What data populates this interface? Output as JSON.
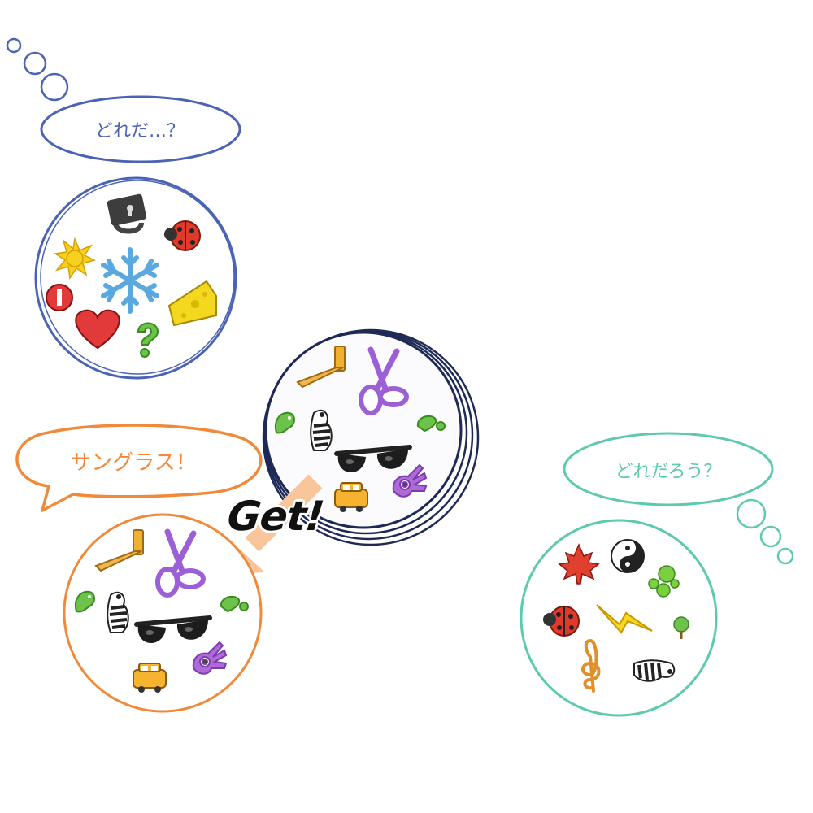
{
  "players": {
    "top_left": {
      "thought": "どれだ…？",
      "color": "#4a63b5"
    },
    "bottom_left": {
      "shout": "サングラス！",
      "color": "#f08a3a"
    },
    "right": {
      "thought": "どれだろう？",
      "color": "#5dc9ad"
    }
  },
  "center_card": {
    "border_color": "#1e2a55",
    "highlight": "sunglasses"
  },
  "action": {
    "label": "Get!",
    "arrow_color": "#f9c59a"
  },
  "cards": {
    "top_left": [
      "padlock-icon",
      "ladybug-icon",
      "sun-icon",
      "snowflake-icon",
      "stop-icon",
      "cheese-icon",
      "heart-icon",
      "question-mark-icon"
    ],
    "center": [
      "hammer-icon",
      "scissors-icon",
      "dragon-icon",
      "zebra-icon",
      "exclamation-icon",
      "sunglasses-icon",
      "hand-icon",
      "taxi-icon"
    ],
    "bottom_left": [
      "hammer-icon",
      "scissors-icon",
      "dragon-icon",
      "zebra-icon",
      "exclamation-icon",
      "sunglasses-icon",
      "hand-icon",
      "taxi-icon"
    ],
    "right": [
      "maple-leaf-icon",
      "yin-yang-icon",
      "splat-icon",
      "ladybug-icon",
      "lightning-icon",
      "tree-icon",
      "treble-clef-icon",
      "zebra-icon"
    ]
  }
}
